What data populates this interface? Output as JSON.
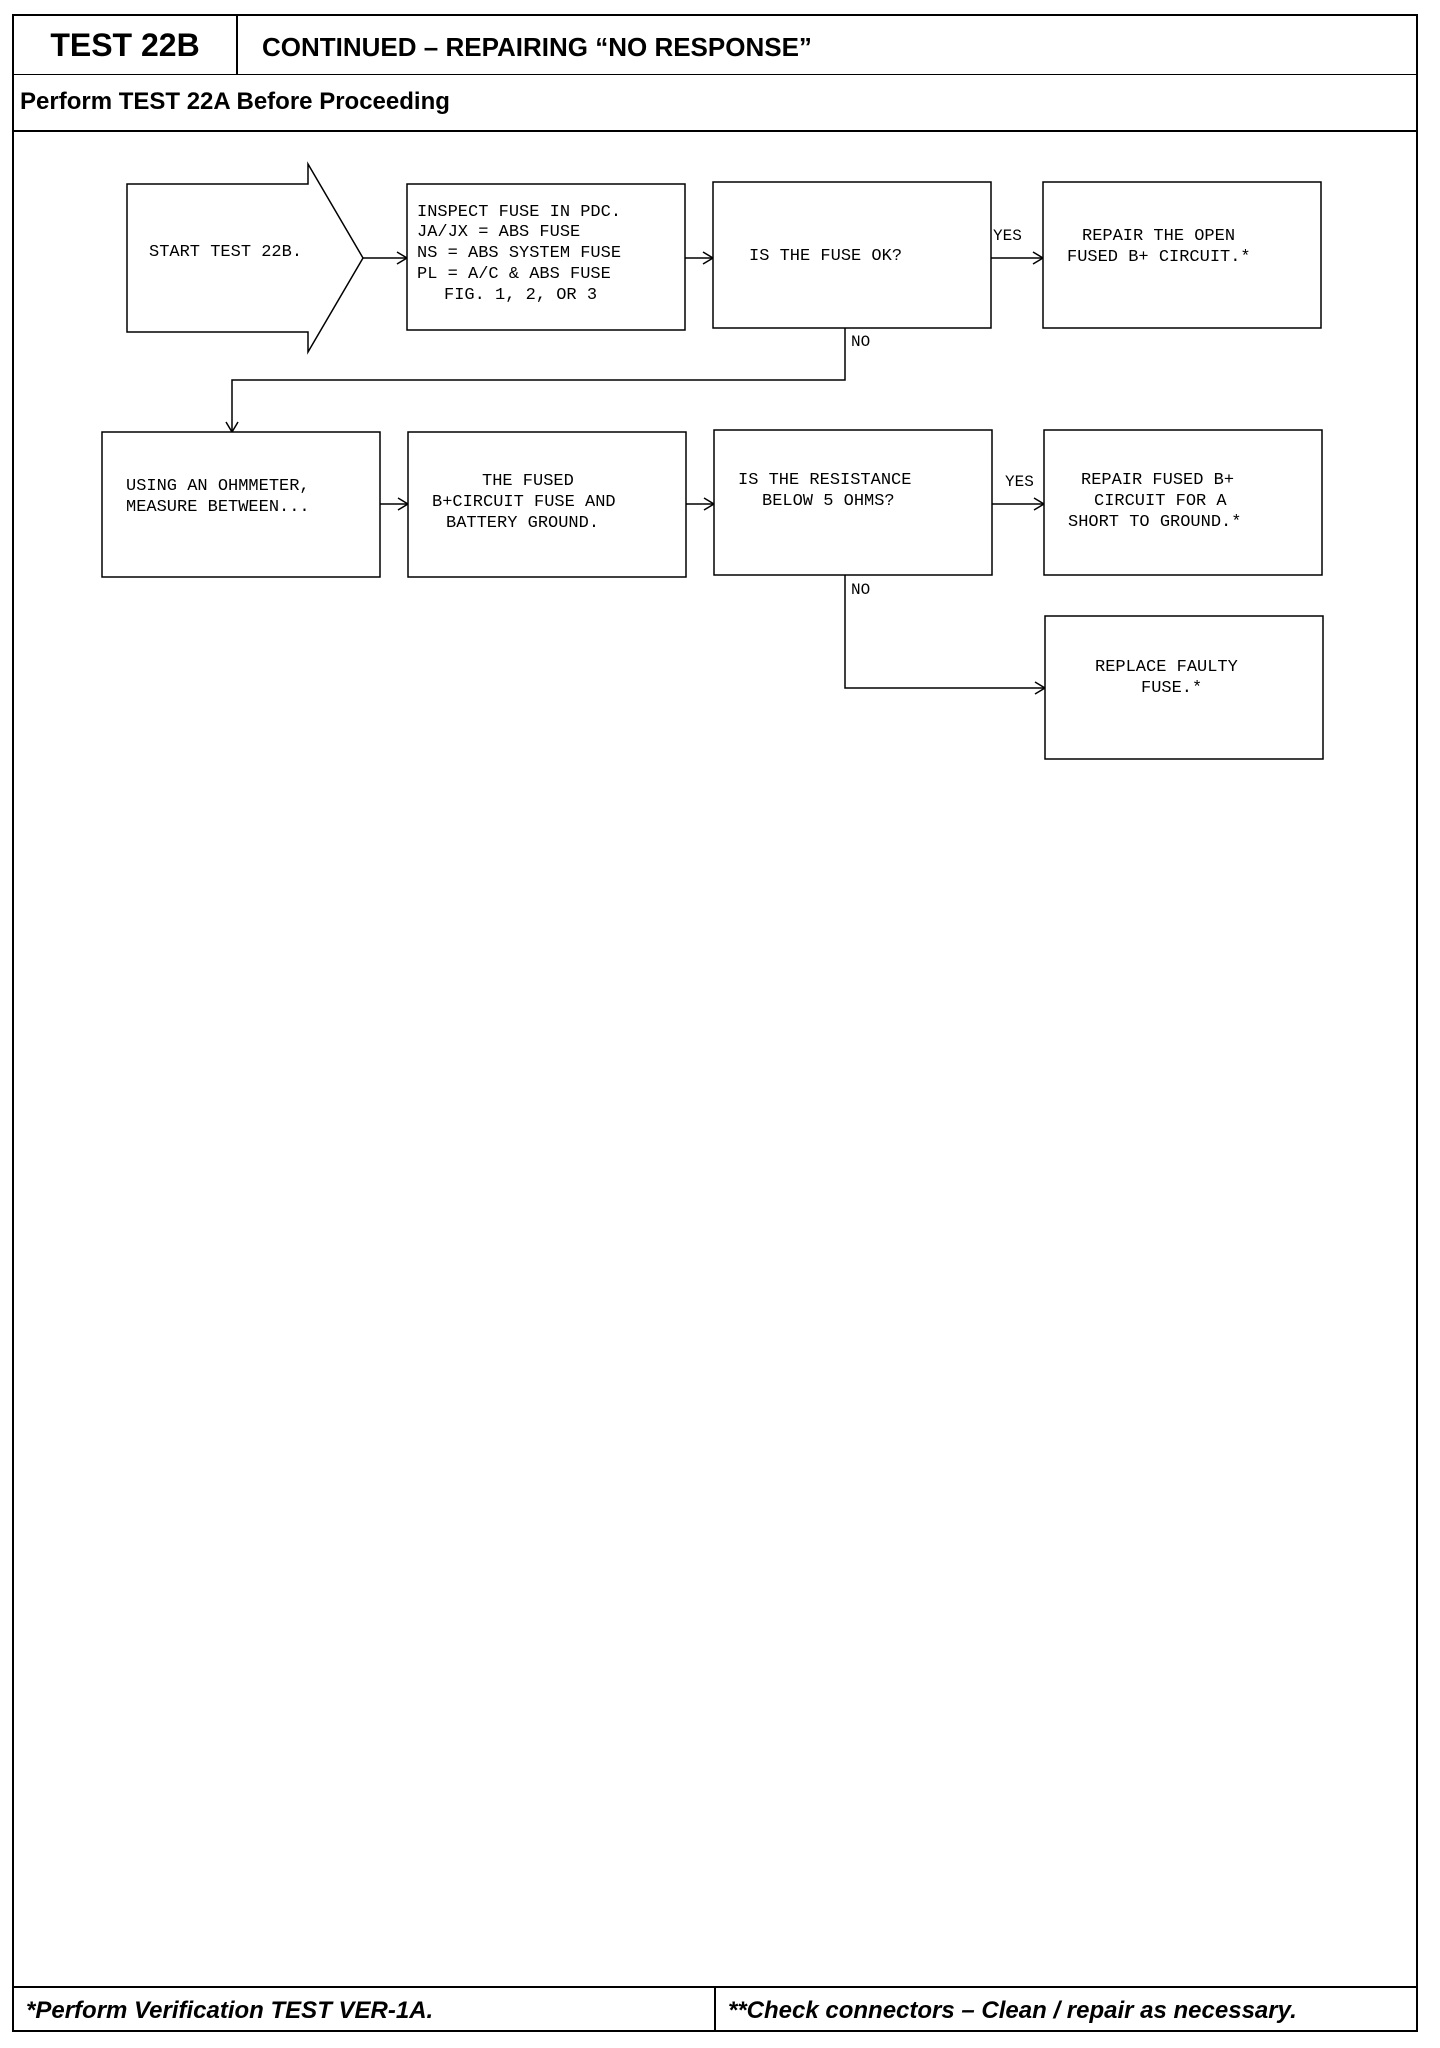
{
  "header": {
    "test_id": "TEST 22B",
    "title": "CONTINUED – REPAIRING “NO RESPONSE”",
    "subtitle": "Perform TEST 22A Before Proceeding"
  },
  "flow": {
    "start": "START TEST 22B.",
    "inspect": [
      "INSPECT FUSE IN PDC.",
      "JA/JX = ABS FUSE",
      "NS = ABS SYSTEM FUSE",
      "PL = A/C & ABS FUSE",
      "FIG. 1, 2, OR 3"
    ],
    "fuse_ok": "IS THE FUSE OK?",
    "repair_open": [
      "REPAIR THE OPEN",
      "FUSED B+ CIRCUIT.*"
    ],
    "ohmmeter": [
      "USING AN OHMMETER,",
      "MEASURE BETWEEN..."
    ],
    "fused_circuit": [
      "THE FUSED",
      "B+CIRCUIT FUSE AND",
      "BATTERY GROUND."
    ],
    "resistance": [
      "IS THE RESISTANCE",
      "BELOW 5 OHMS?"
    ],
    "repair_short": [
      "REPAIR FUSED B+",
      "CIRCUIT FOR A",
      "SHORT TO GROUND.*"
    ],
    "replace_fuse": [
      "REPLACE FAULTY",
      "FUSE.*"
    ],
    "yes_label": "YES",
    "no_label": "NO"
  },
  "footer": {
    "left": "*Perform Verification TEST VER-1A.",
    "right": "**Check connectors – Clean / repair as necessary."
  }
}
